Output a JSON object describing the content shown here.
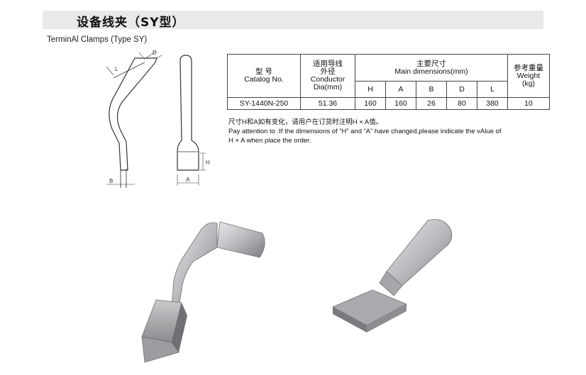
{
  "header": {
    "title": "设备线夹（SY型）",
    "subtitle": "TerminAl Clamps (Type SY)"
  },
  "drawing_labels": {
    "L": "L",
    "D": "D",
    "H": "H",
    "A": "A",
    "B": "B"
  },
  "table": {
    "head": {
      "model_cn": "型 号",
      "model_en": "Catalog No.",
      "conductor_cn": "适用导线",
      "conductor_cn2": "外径",
      "conductor_en": "Conductor",
      "conductor_en2": "Dia(mm)",
      "dims_cn": "主要尺寸",
      "dims_en": "Main dimensions(mm)",
      "weight_cn": "参考重量",
      "weight_en": "Weight",
      "weight_unit": "(kg)"
    },
    "dim_cols": [
      "H",
      "A",
      "B",
      "D",
      "L"
    ],
    "row": {
      "model": "SY-1440N-250",
      "conductor": "51.36",
      "H": "160",
      "A": "160",
      "B": "26",
      "D": "80",
      "L": "380",
      "weight": "10"
    }
  },
  "notes": {
    "cn": "尺寸H和A如有变化，请用户在订货时注明H × A值。",
    "en1": "Pay attention to :If the dimensions of “H” and “A” have changed,please indicate the vAlue of",
    "en2": "H × A when place the order."
  },
  "colors": {
    "title_bar": "#e9e9e9",
    "metal_light": "#d9dadc",
    "metal_dark": "#8a8b8e"
  }
}
